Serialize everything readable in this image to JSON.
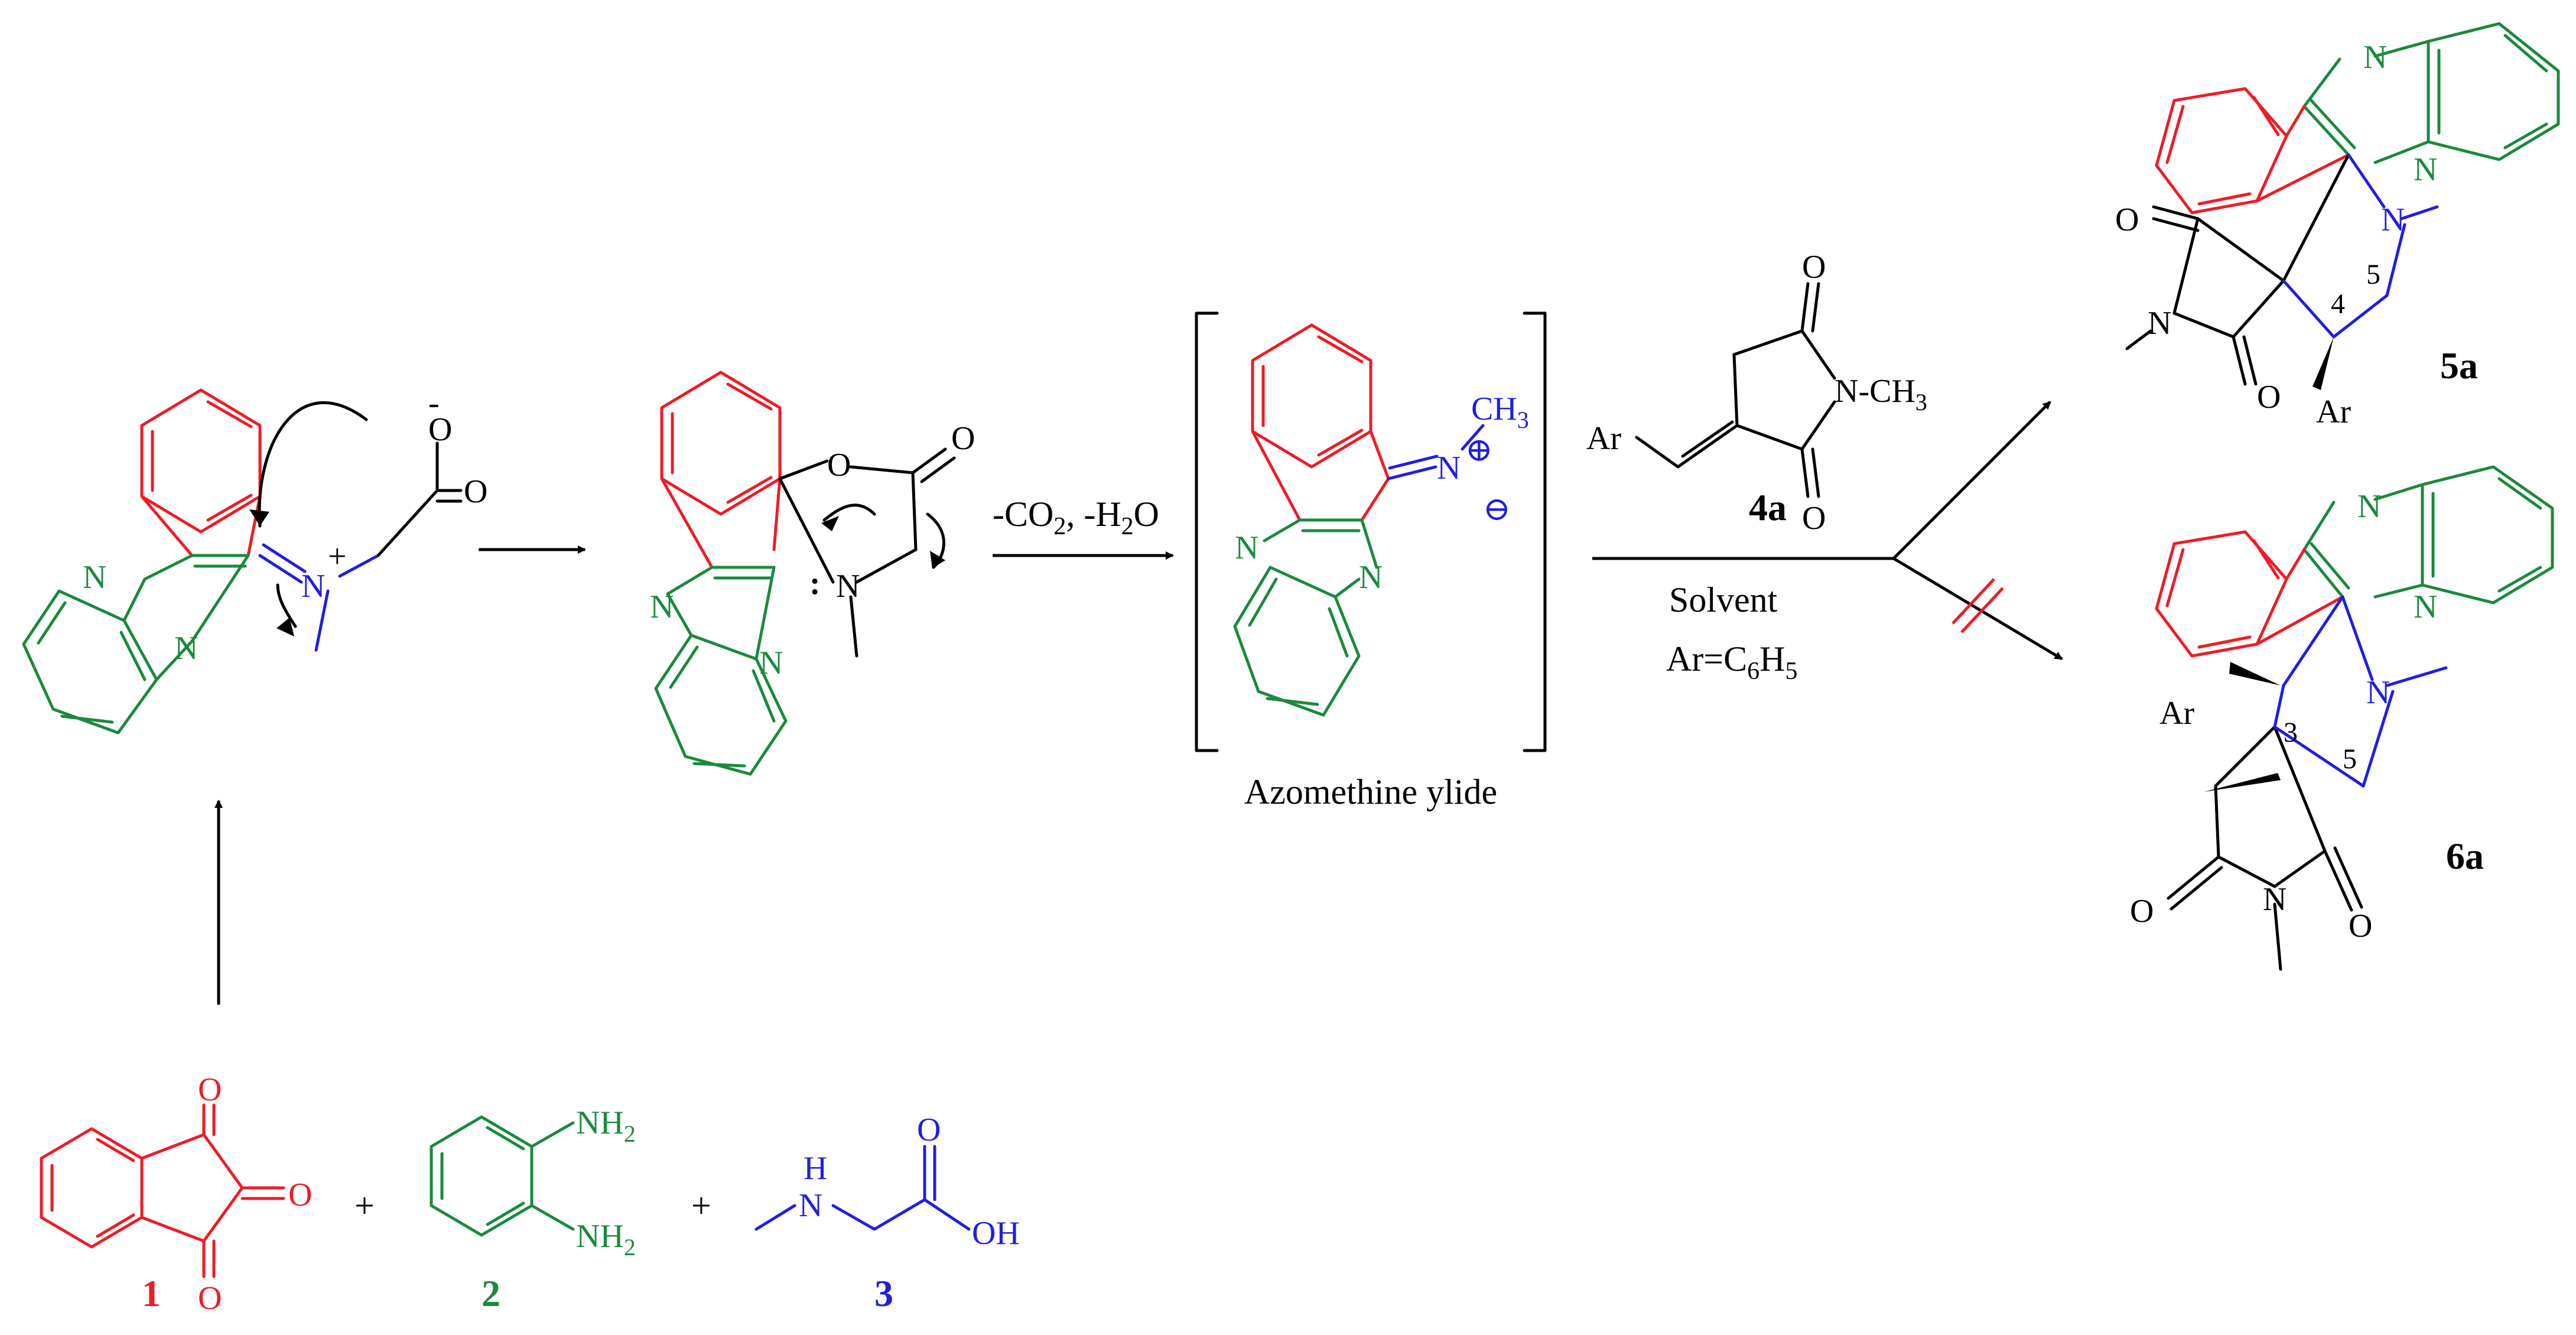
{
  "colors": {
    "ninhydrin": "#ee1c25",
    "diamine": "#1a8a3c",
    "sarcosine": "#1f1fe0",
    "reagent": "#000000"
  },
  "compounds": {
    "c1": {
      "number": "1",
      "o_top": "O",
      "o_mid": "O",
      "o_bot": "O"
    },
    "c2": {
      "number": "2",
      "nh2_top": "NH",
      "nh2_bot": "NH",
      "sub2": "2"
    },
    "c3": {
      "number": "3",
      "nh": "H",
      "n": "N",
      "o": "O",
      "oh": "OH"
    },
    "c4a": {
      "number": "4a",
      "o_top": "O",
      "o_bot": "O",
      "nch3": "N-CH",
      "sub3": "3",
      "ar": "Ar"
    },
    "c5a": {
      "number": "5a",
      "pos4": "4",
      "pos5": "5",
      "ar": "Ar",
      "o1": "O",
      "o2": "O",
      "n": "N"
    },
    "c6a": {
      "number": "6a",
      "pos3": "3",
      "pos5": "5",
      "ar": "Ar",
      "o1": "O",
      "o2": "O",
      "n": "N"
    }
  },
  "intermediates": {
    "iminium": {
      "charge_minus": "-",
      "charge_plus": "+",
      "o_minus": "O",
      "o": "O",
      "n": "N"
    },
    "oxazolidinone": {
      "o_ring": "O",
      "o_carbonyl": "O",
      "n": "N",
      "lone_pair": ":"
    },
    "ylide": {
      "ch3": "CH",
      "sub3": "3",
      "n": "N",
      "plus": "⊕",
      "minus": "⊖",
      "label": "Azomethine ylide"
    }
  },
  "pluses": [
    "+",
    "+"
  ],
  "conditions": {
    "decarboxylation": {
      "text1": "-CO",
      "sub1": "2",
      "text2": ", -H",
      "sub2": "2",
      "text3": "O"
    },
    "cycloaddition": {
      "solvent": "Solvent",
      "ar_prefix": "Ar=C",
      "sub6": "6",
      "h": "H",
      "sub5": "5"
    }
  },
  "ring_labels": {
    "n": "N"
  }
}
